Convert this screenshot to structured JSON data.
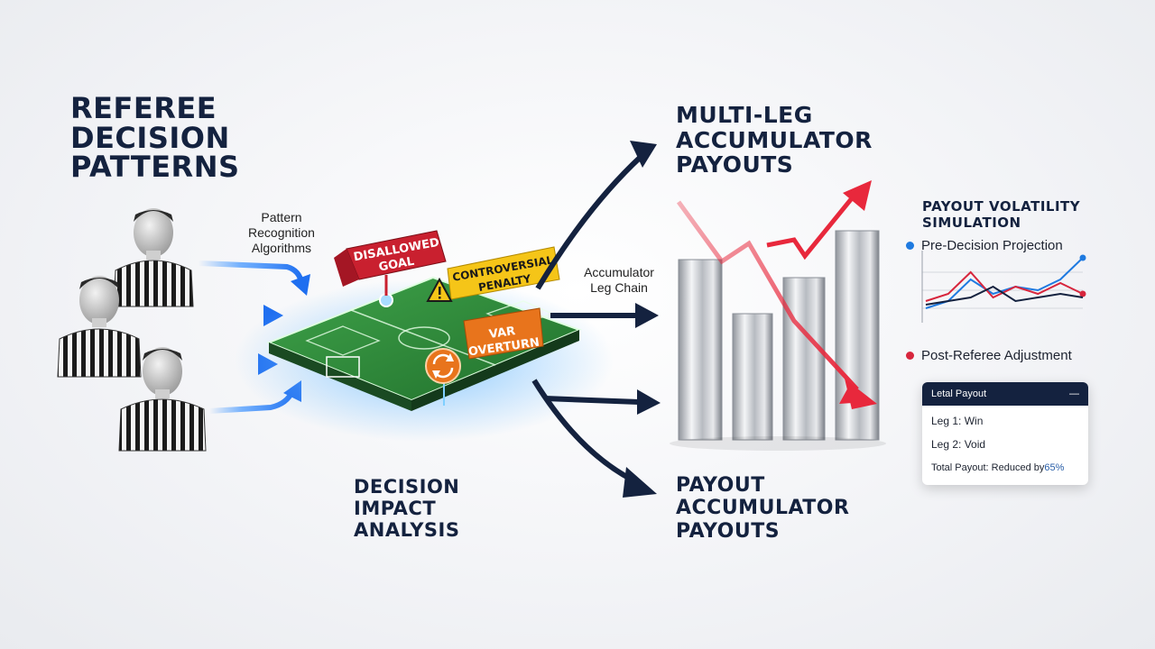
{
  "headings": {
    "referee": [
      "REFEREE",
      "DECISION",
      "PATTERNS"
    ],
    "impact": [
      "DECISION",
      "IMPACT",
      "ANALYSIS"
    ],
    "multileg": [
      "MULTI-LEG",
      "ACCUMULATOR",
      "PAYOUTS"
    ],
    "payout": [
      "PAYOUT",
      "ACCUMULATOR",
      "PAYOUTS"
    ]
  },
  "labels": {
    "pattern": [
      "Pattern",
      "Recognition",
      "Algorithms"
    ],
    "leg_chain": [
      "Accumulator",
      "Leg Chain"
    ]
  },
  "tags": {
    "disallowed": [
      "DISALLOWED",
      "GOAL"
    ],
    "controversial": [
      "CONTROVERSIAL",
      "PENALTY"
    ],
    "var": [
      "VAR",
      "OVERTURN"
    ]
  },
  "volatility": {
    "title": [
      "PAYOUT VOLATILITY",
      "SIMULATION"
    ],
    "legend": [
      {
        "label": "Pre-Decision Projection",
        "color": "#1f7ae0"
      },
      {
        "label": "Post-Referee Adjustment",
        "color": "#d7263d"
      }
    ],
    "chart_data": {
      "type": "line",
      "series": [
        {
          "name": "Pre-Decision Projection",
          "color": "#1f7ae0",
          "values": [
            2,
            3,
            6,
            4,
            5,
            4.5,
            6,
            9
          ]
        },
        {
          "name": "Post-Referee Adjustment",
          "color": "#d7263d",
          "values": [
            3,
            4,
            7,
            3.5,
            5,
            4,
            5.5,
            4
          ]
        },
        {
          "name": "",
          "color": "#14223f",
          "values": [
            2.5,
            3,
            3.5,
            5,
            3,
            3.5,
            4,
            3.5
          ]
        }
      ]
    }
  },
  "panel": {
    "title": "Letal Payout",
    "collapse": "—",
    "rows": [
      "Leg 1: Win",
      "Leg 2: Void"
    ],
    "total_prefix": "Total Payout: Reduced by ",
    "total_value": "65%"
  },
  "colors": {
    "navy": "#14223f",
    "blue": "#2f8cff",
    "red": "#e8283c",
    "pitch": "#2e8b3a"
  }
}
